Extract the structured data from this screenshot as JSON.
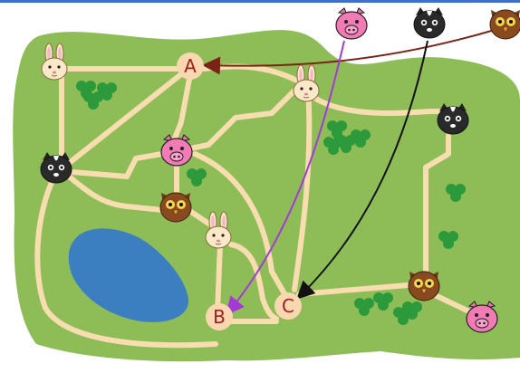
{
  "colors": {
    "field": "#8ebd58",
    "path": "#f8ddb0",
    "pond": "#3c7fc1",
    "clover": "#2c9a3a",
    "node_circle": "#f9d7b0",
    "node_text": "#a11f1f",
    "arrow_owl": "#7a2418",
    "arrow_pig": "#a43ad6",
    "arrow_skunk": "#111111"
  },
  "nodes": {
    "a": "A",
    "b": "B",
    "c": "C"
  },
  "animals": [
    {
      "kind": "pig-icon",
      "location": "top-edge"
    },
    {
      "kind": "skunk-icon",
      "location": "top-edge"
    },
    {
      "kind": "owl-icon",
      "location": "top-edge"
    },
    {
      "kind": "rabbit-icon",
      "location": "map"
    },
    {
      "kind": "rabbit-icon",
      "location": "map"
    },
    {
      "kind": "rabbit-icon",
      "location": "map"
    },
    {
      "kind": "pig-icon",
      "location": "map"
    },
    {
      "kind": "pig-icon",
      "location": "map"
    },
    {
      "kind": "skunk-icon",
      "location": "map"
    },
    {
      "kind": "skunk-icon",
      "location": "map"
    },
    {
      "kind": "owl-icon",
      "location": "map"
    },
    {
      "kind": "owl-icon",
      "location": "map"
    }
  ],
  "arrows": [
    {
      "from": "owl",
      "to": "A"
    },
    {
      "from": "pig",
      "to": "B"
    },
    {
      "from": "skunk",
      "to": "C"
    }
  ]
}
